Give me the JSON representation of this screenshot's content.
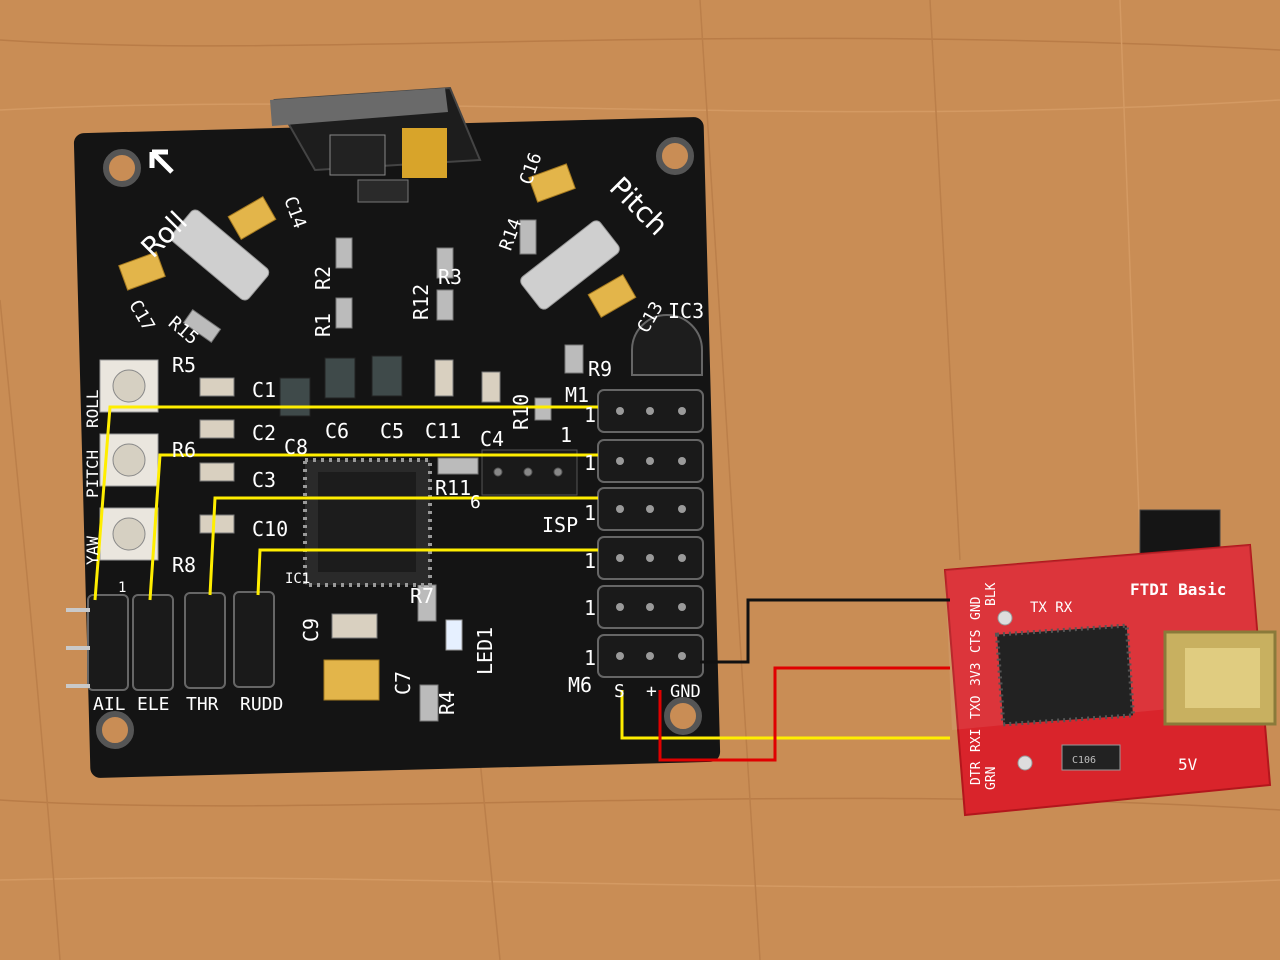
{
  "colors": {
    "wood": "#c98d55",
    "pcb": "#141414",
    "silk": "#ffffff",
    "ftdi_board": "#d9242b",
    "wire_yellow": "#ffee00",
    "wire_red": "#e00000",
    "wire_black": "#111111"
  },
  "flight_board": {
    "gyro_labels": {
      "roll": "Roll",
      "pitch": "Pitch"
    },
    "pot_labels": {
      "roll": "ROLL",
      "pitch": "PITCH",
      "yaw": "YAW"
    },
    "resistors": [
      "R1",
      "R2",
      "R3",
      "R4",
      "R5",
      "R6",
      "R7",
      "R8",
      "R9",
      "R10",
      "R11",
      "R12",
      "R14",
      "R15"
    ],
    "capacitors": [
      "C1",
      "C2",
      "C3",
      "C4",
      "C5",
      "C6",
      "C7",
      "C8",
      "C9",
      "C10",
      "C11",
      "C13",
      "C14",
      "C16",
      "C17"
    ],
    "ic1": "IC1",
    "ic3": "IC3",
    "led": "LED1",
    "isp": {
      "label": "ISP",
      "pin1": "1",
      "pin6": "6"
    },
    "motor_header": {
      "top_label": "M1",
      "bottom_label": "M6",
      "row_labels": [
        "1",
        "1",
        "1",
        "1",
        "1",
        "1"
      ],
      "columns": {
        "signal": "S",
        "plus": "+",
        "ground": "GND"
      }
    },
    "rx_header": {
      "labels": [
        "AIL",
        "ELE",
        "THR",
        "RUDD"
      ],
      "pin1": "1"
    }
  },
  "ftdi_board": {
    "title": "FTDI Basic",
    "pins": [
      "DTR",
      "RXI",
      "TXO",
      "3V3",
      "CTS",
      "GND"
    ],
    "pin_colors": {
      "top": "BLK",
      "bottom": "GRN"
    },
    "leds": "TX RX",
    "voltage": "5V",
    "cap": "C106"
  }
}
